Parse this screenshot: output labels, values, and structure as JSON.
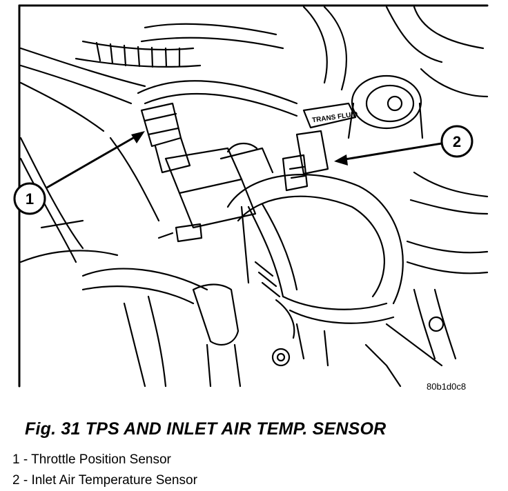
{
  "figure": {
    "title": "Fig. 31 TPS AND INLET AIR TEMP. SENSOR",
    "reference_code": "80b1d0c8",
    "label_text": "TRANS FLUID"
  },
  "callouts": [
    {
      "number": "1",
      "description": "Throttle Position Sensor"
    },
    {
      "number": "2",
      "description": "Inlet Air Temperature Sensor"
    }
  ],
  "legend": [
    {
      "text": "1 - Throttle Position Sensor"
    },
    {
      "text": "2 - Inlet Air Temperature Sensor"
    }
  ]
}
